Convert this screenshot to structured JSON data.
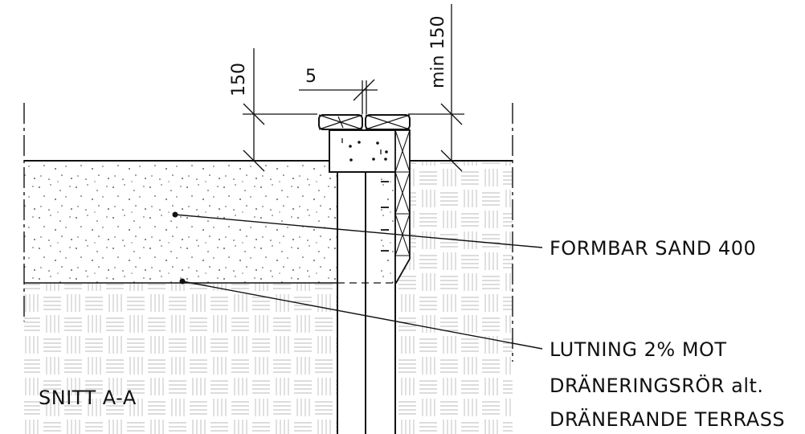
{
  "title": "SNITT A-A",
  "dimensions": {
    "gap": "5",
    "left_height": "150",
    "right_height": "min 150"
  },
  "callouts": {
    "sand": "FORMBAR SAND 400",
    "slope_line1": "LUTNING 2% MOT",
    "slope_line2": "DRÄNERINGSRÖR alt.",
    "slope_line3": "DRÄNERANDE TERRASS"
  }
}
